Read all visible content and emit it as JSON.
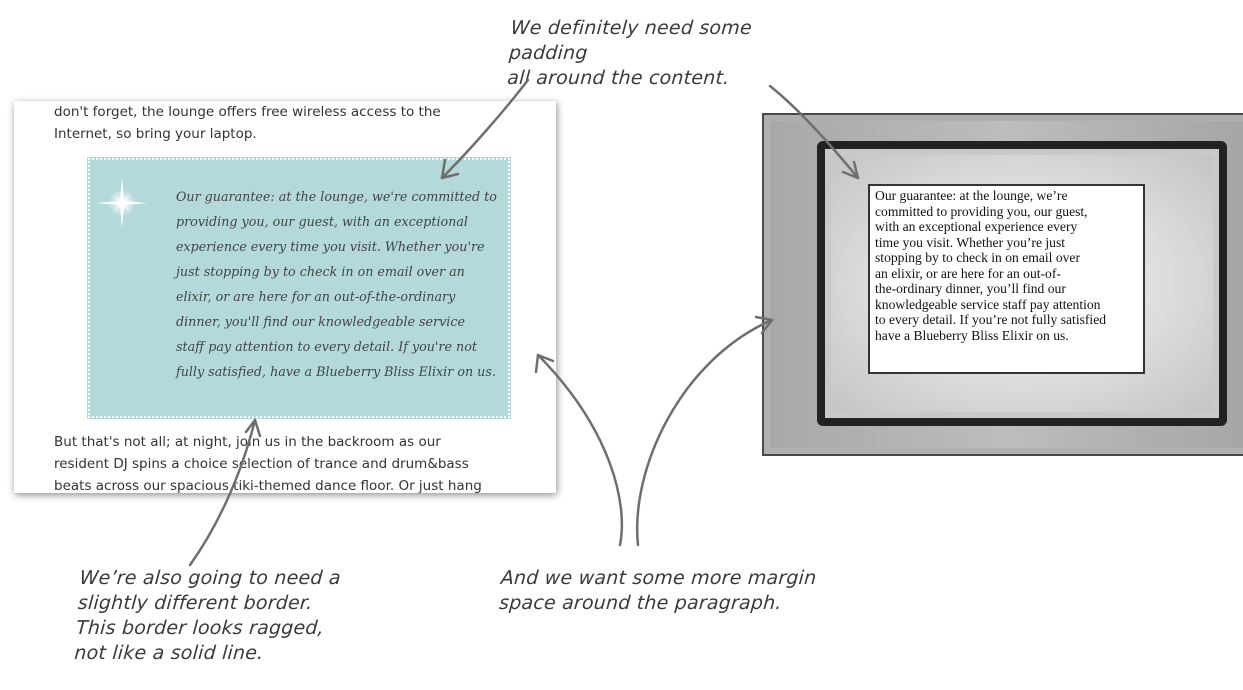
{
  "annotations": {
    "top": [
      "We definitely need some padding",
      "all around the content."
    ],
    "bottom_left": [
      "We’re also going to need a",
      "slightly different border.",
      "This border looks ragged,",
      "not like a solid line."
    ],
    "bottom_mid": [
      "And we want some more margin",
      "space around the paragraph."
    ]
  },
  "webpage": {
    "intro_lines": [
      "don't forget, the lounge offers free wireless access to the",
      "Internet, so bring your laptop."
    ],
    "guarantee_lines": [
      "Our guarantee: at the lounge, we're committed to",
      "providing you, our guest, with an exceptional",
      "experience every time you visit. Whether you're",
      "just stopping by to check in on email over an",
      "elixir, or are here for an out-of-the-ordinary",
      "dinner, you'll find our knowledgeable service",
      "staff pay attention to every detail. If you're not",
      "fully satisfied, have a Blueberry Bliss Elixir on us."
    ],
    "after_lines": [
      "But that's not all; at night, join us in the backroom as our",
      "resident DJ spins a choice selection of trance and drum&bass",
      "beats across our spacious tiki-themed dance floor. Or just hang"
    ],
    "box_color": "#b3d9db",
    "star_icon": "sparkle-icon"
  },
  "sketch": {
    "content_lines": [
      "Our guarantee: at the lounge, we’re",
      "committed to providing you, our guest,",
      "with an exceptional experience every",
      "time you visit. Whether you’re just",
      "stopping by to check in on email over",
      "an elixir, or are here for an out-of-",
      "the-ordinary dinner, you’ll find our",
      "knowledgeable service staff pay attention",
      "to every detail. If  you’re not fully satisfied",
      "have a Blueberry Bliss Elixir on us."
    ]
  }
}
